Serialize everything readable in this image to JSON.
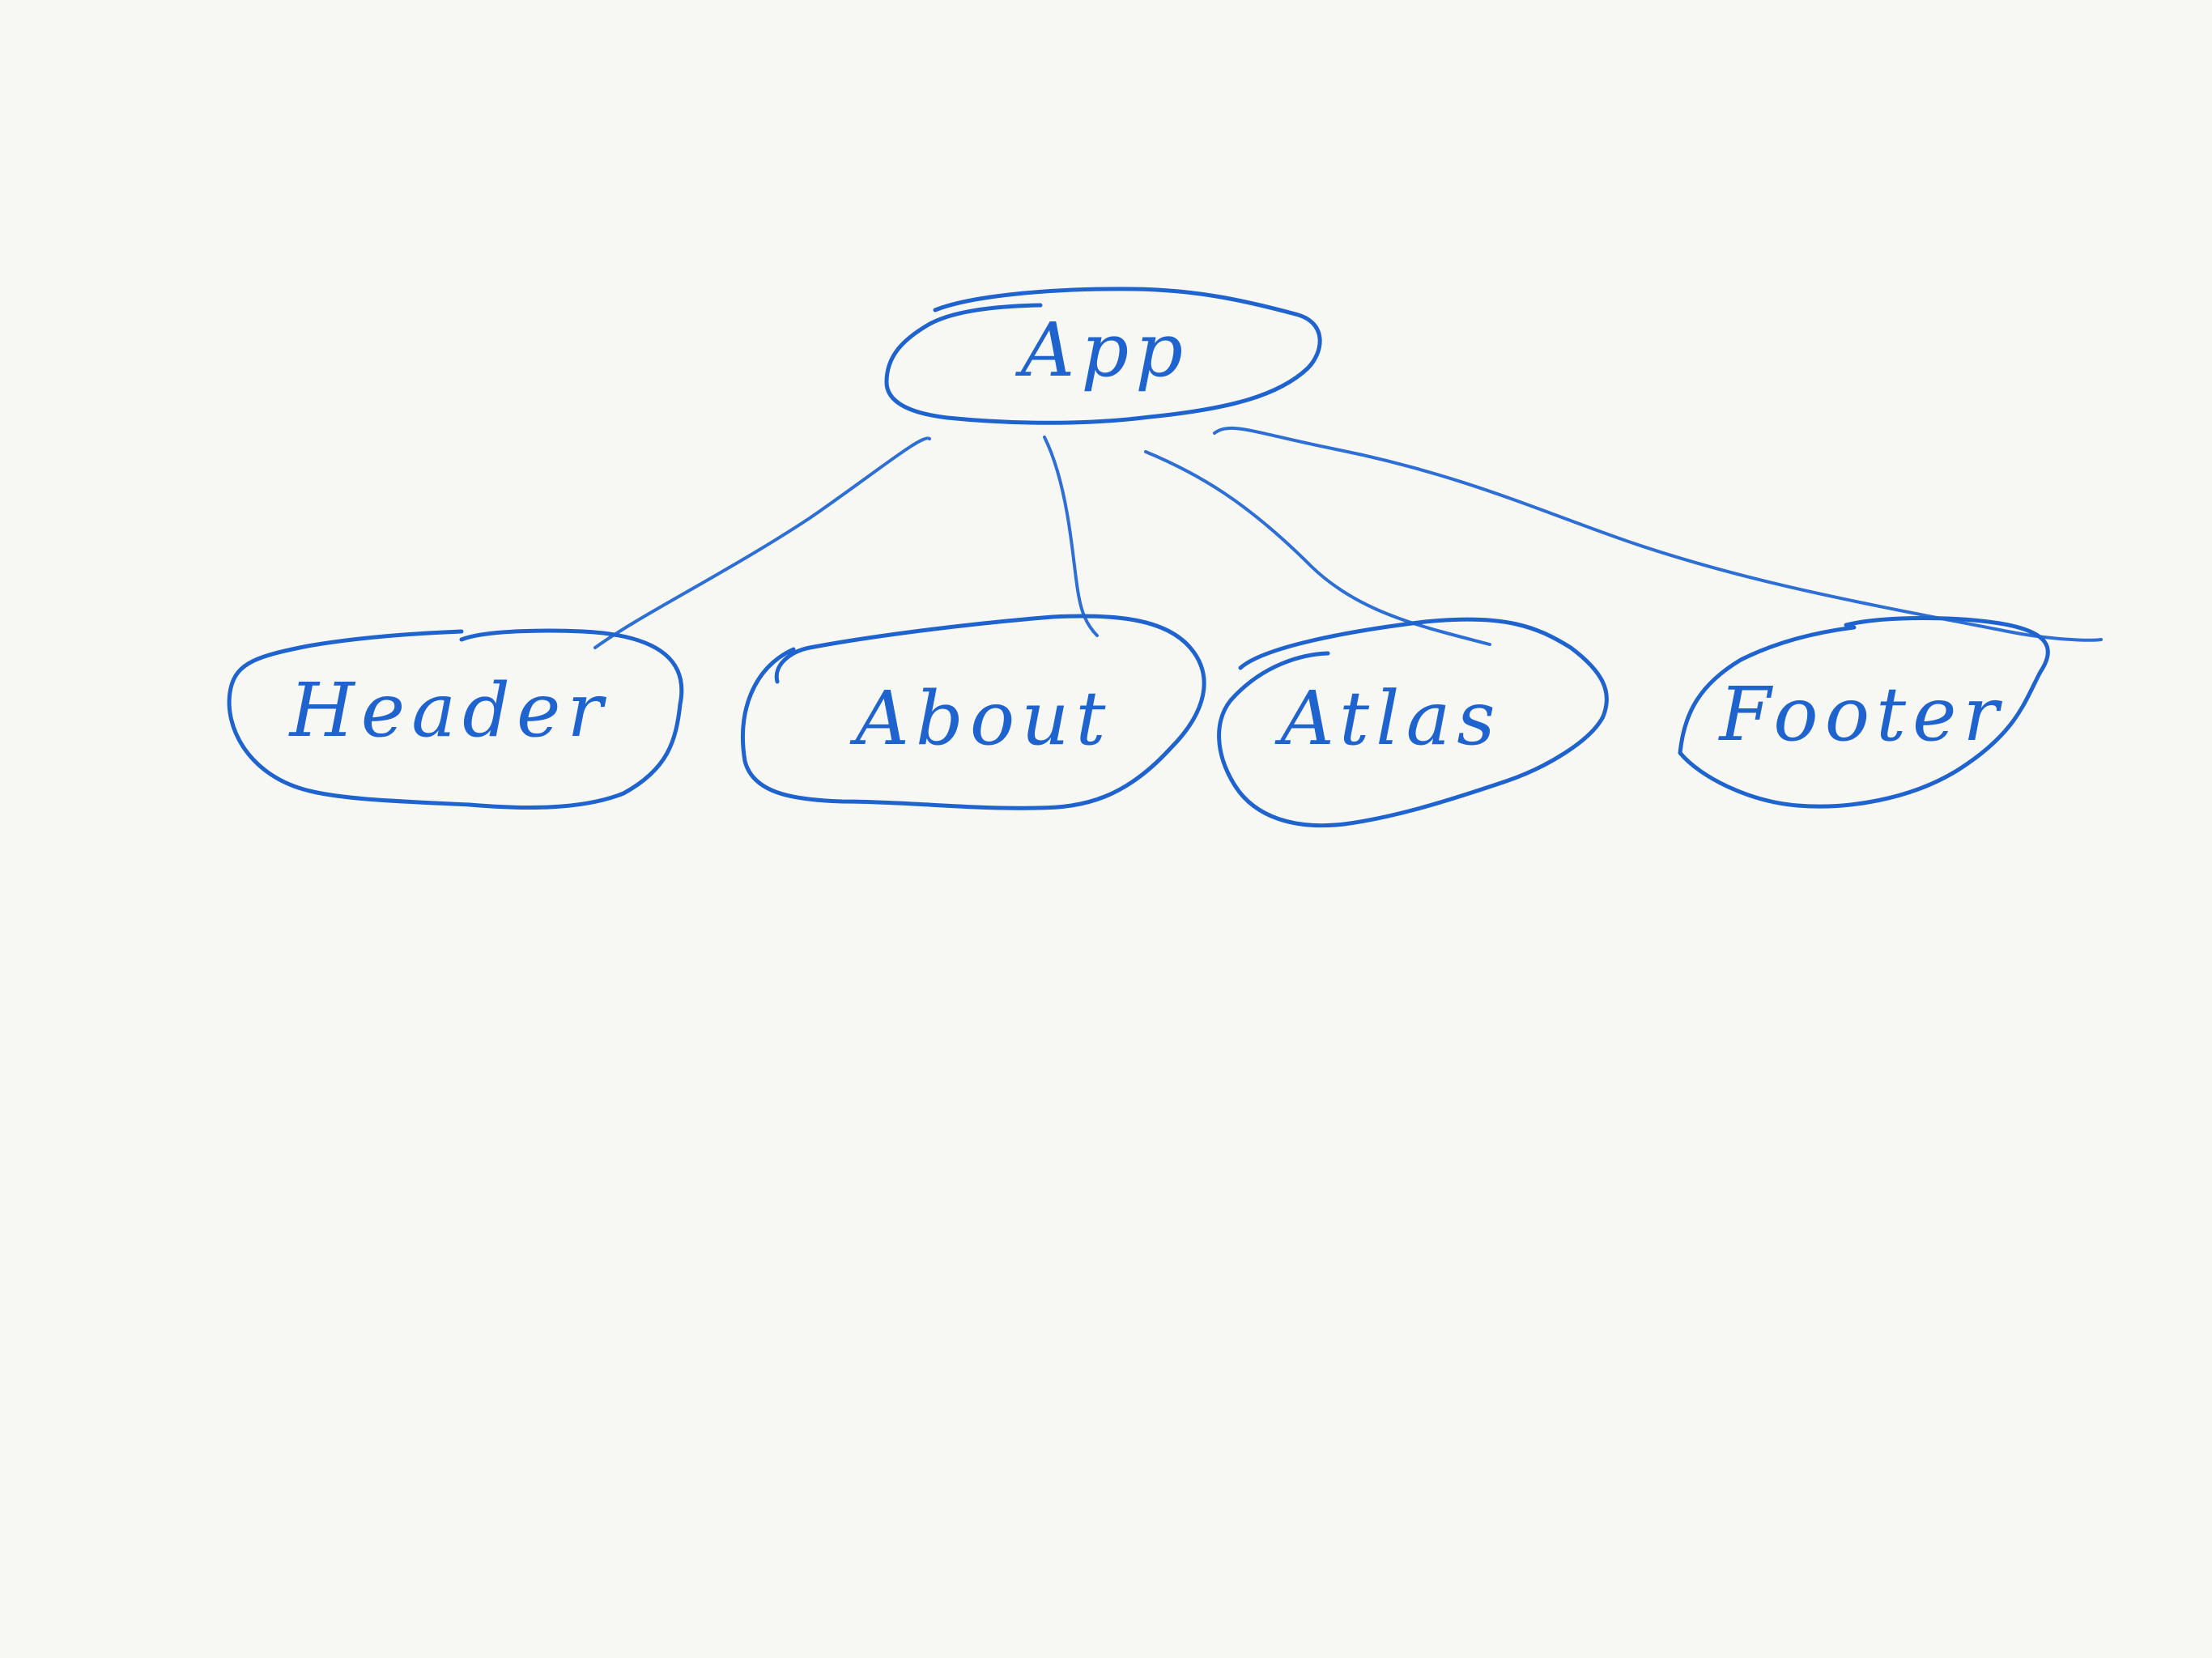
{
  "colors": {
    "background": "#f7f8f4",
    "ink": "#2e6fd6",
    "ink_dark": "#1f63cf"
  },
  "diagram": {
    "type": "tree",
    "root": {
      "label": "App"
    },
    "children": [
      {
        "label": "Header"
      },
      {
        "label": "About"
      },
      {
        "label": "Atlas"
      },
      {
        "label": "Footer"
      }
    ]
  }
}
